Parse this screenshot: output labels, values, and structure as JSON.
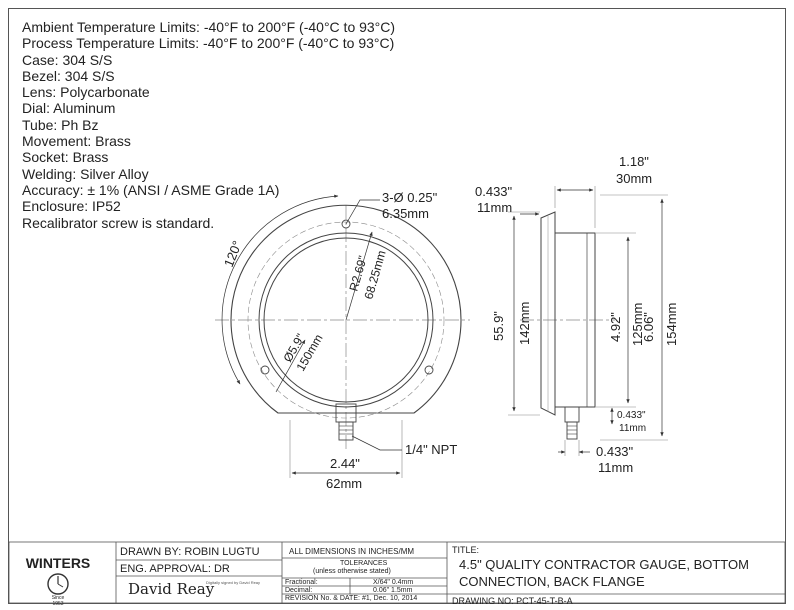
{
  "specs": [
    "Ambient Temperature Limits: -40°F to 200°F (-40°C to 93°C)",
    "Process Temperature Limits: -40°F to 200°F (-40°C to 93°C)",
    "Case: 304 S/S",
    "Bezel: 304 S/S",
    "Lens: Polycarbonate",
    "Dial: Aluminum",
    "Tube: Ph Bz",
    "Movement: Brass",
    "Socket: Brass",
    "Welding: Silver Alloy",
    "Accuracy: ± 1% (ANSI / ASME Grade 1A)",
    "Enclosure: IP52",
    "Recalibrator screw is standard."
  ],
  "front_view": {
    "angle": "120°",
    "holes": "3-Ø 0.25\"",
    "holes_mm": "6.35mm",
    "radius": "R2.69\"",
    "radius_mm": "68.25mm",
    "diameter": "Ø5.9\"",
    "diameter_mm": "150mm",
    "width": "2.44\"",
    "width_mm": "62mm",
    "npt": "1/4\" NPT"
  },
  "side_view": {
    "depth": "1.18\"",
    "depth_mm": "30mm",
    "flange": "0.433\"",
    "flange_mm": "11mm",
    "flange_height": "55.9\"",
    "flange_height_mm": "142mm",
    "case_dia": "4.92\"",
    "case_dia_mm": "125mm",
    "overall_dia": "6.06\"",
    "overall_dia_mm": "154mm",
    "small_offset": "0.433\"",
    "small_offset_mm": "11mm",
    "bottom_offset": "0.433\"",
    "bottom_offset_mm": "11mm"
  },
  "title_block": {
    "logo_text": "WINTERS",
    "logo_since": "Since",
    "logo_year": "1953",
    "drawn_by": "DRAWN BY: ROBIN LUGTU",
    "eng_approval": "ENG. APPROVAL: DR",
    "signature": "David Reay",
    "signature_note": "Digitally signed by David Reay",
    "dims_note": "ALL DIMENSIONS IN INCHES/MM",
    "tolerances": "TOLERANCES",
    "tolerances_sub": "(unless otherwise stated)",
    "fractional_label": "Fractional:",
    "fractional_value": "X/64\" 0.4mm",
    "decimal_label": "Decimal:",
    "decimal_value": "0.06\" 1.5mm",
    "revision_label": "REVISION No. & DATE:",
    "revision_value": "#1, Dec. 10, 2014",
    "title_label": "TITLE:",
    "title_line1": "4.5\" QUALITY CONTRACTOR GAUGE, BOTTOM",
    "title_line2": "CONNECTION, BACK FLANGE",
    "drawing_no": "DRAWING NO: PCT-45-T-B-A"
  }
}
